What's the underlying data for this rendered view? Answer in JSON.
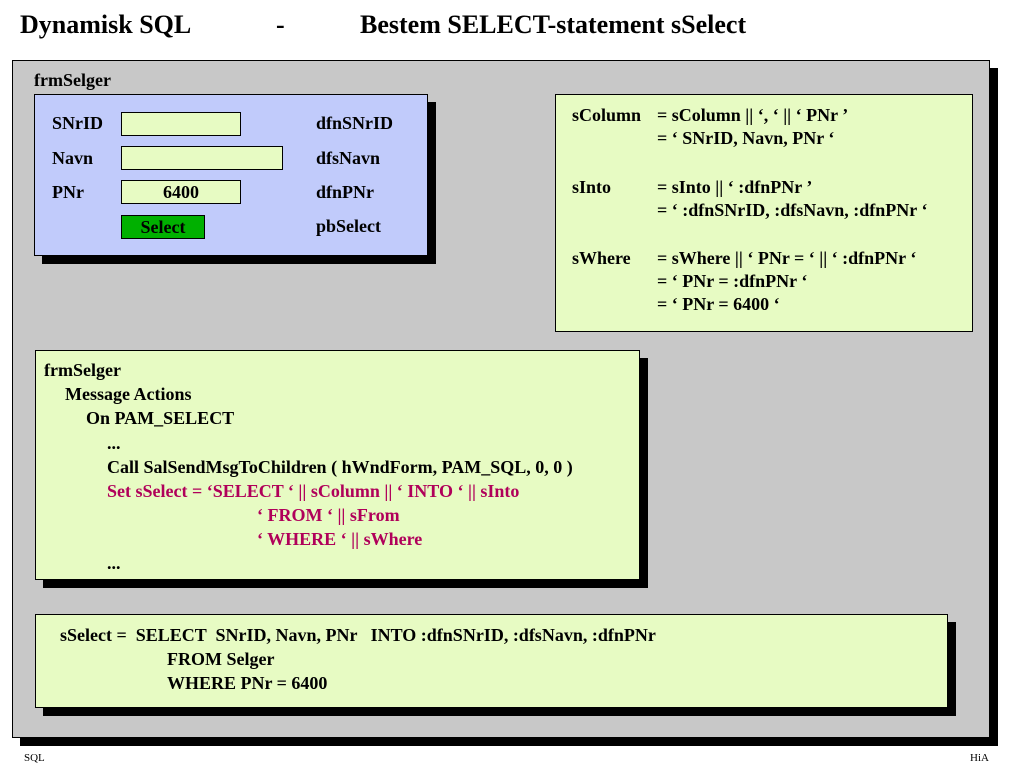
{
  "header": {
    "title_left": "Dynamisk SQL",
    "title_dash": "-",
    "title_right": "Bestem SELECT-statement sSelect"
  },
  "frame": {
    "label": "frmSelger"
  },
  "form_panel": {
    "rows": [
      {
        "label": "SNrID",
        "value": "",
        "field_name": "dfnSNrID"
      },
      {
        "label": "Navn",
        "value": "",
        "field_name": "dfsNavn"
      },
      {
        "label": "PNr",
        "value": "6400",
        "field_name": "dfnPNr"
      }
    ],
    "button_label": "Select",
    "button_name": "pbSelect"
  },
  "assignments": {
    "items": [
      {
        "var": "sColumn",
        "lines": [
          "= sColumn || ‘, ‘ || ‘ PNr ’",
          "= ‘ SNrID, Navn, PNr ‘"
        ]
      },
      {
        "var": "sInto",
        "lines": [
          "= sInto || ‘ :dfnPNr ’",
          "= ‘ :dfnSNrID, :dfsNavn, :dfnPNr ‘"
        ]
      },
      {
        "var": "sWhere",
        "lines": [
          "= sWhere || ‘ PNr = ‘ || ‘ :dfnPNr ‘",
          "= ‘ PNr = :dfnPNr ‘",
          "= ‘ PNr = 6400 ‘"
        ]
      }
    ]
  },
  "code_panel": {
    "lines": [
      "frmSelger",
      "Message Actions",
      "On PAM_SELECT",
      "...",
      "Call SalSendMsgToChildren ( hWndForm, PAM_SQL, 0, 0 )",
      "Set sSelect = ‘SELECT ‘ || sColumn || ‘ INTO ‘ || sInto",
      "‘ FROM ‘ || sFrom",
      "‘ WHERE ‘ || sWhere",
      "..."
    ]
  },
  "result_panel": {
    "lines": [
      "sSelect =  SELECT  SNrID, Navn, PNr   INTO :dfnSNrID, :dfsNavn, :dfnPNr",
      "FROM Selger",
      "WHERE PNr = 6400"
    ]
  },
  "footer": {
    "left": "SQL",
    "right": "HiA"
  },
  "colors": {
    "frame_bg": "#c8c8c8",
    "green_box": "#e7fbc3",
    "blue_box": "#c1cbfb",
    "button": "#00b000",
    "highlight_code": "#b0005a"
  }
}
